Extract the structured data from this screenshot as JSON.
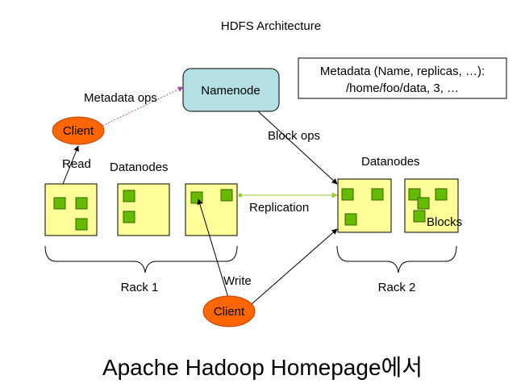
{
  "title": "HDFS Architecture",
  "namenode": {
    "label": "Namenode"
  },
  "metadata": {
    "line1": "Metadata (Name, replicas, …):",
    "line2": "/home/foo/data, 3, …"
  },
  "labels": {
    "metadata_ops": "Metadata ops",
    "block_ops": "Block ops",
    "read": "Read",
    "write": "Write",
    "replication": "Replication",
    "datanodes_left": "Datanodes",
    "datanodes_right": "Datanodes",
    "blocks": "Blocks",
    "rack1": "Rack 1",
    "rack2": "Rack 2"
  },
  "clients": {
    "top": "Client",
    "bottom": "Client"
  },
  "caption": "Apache Hadoop Homepage에서",
  "colors": {
    "namenode_fill": "#b4dfe3",
    "datanode_fill": "#ffff99",
    "block_fill": "#66bb00",
    "client_fill": "#ff6600",
    "metadata_arrow": "#a0509a",
    "replication_arrow": "#99cc33"
  }
}
